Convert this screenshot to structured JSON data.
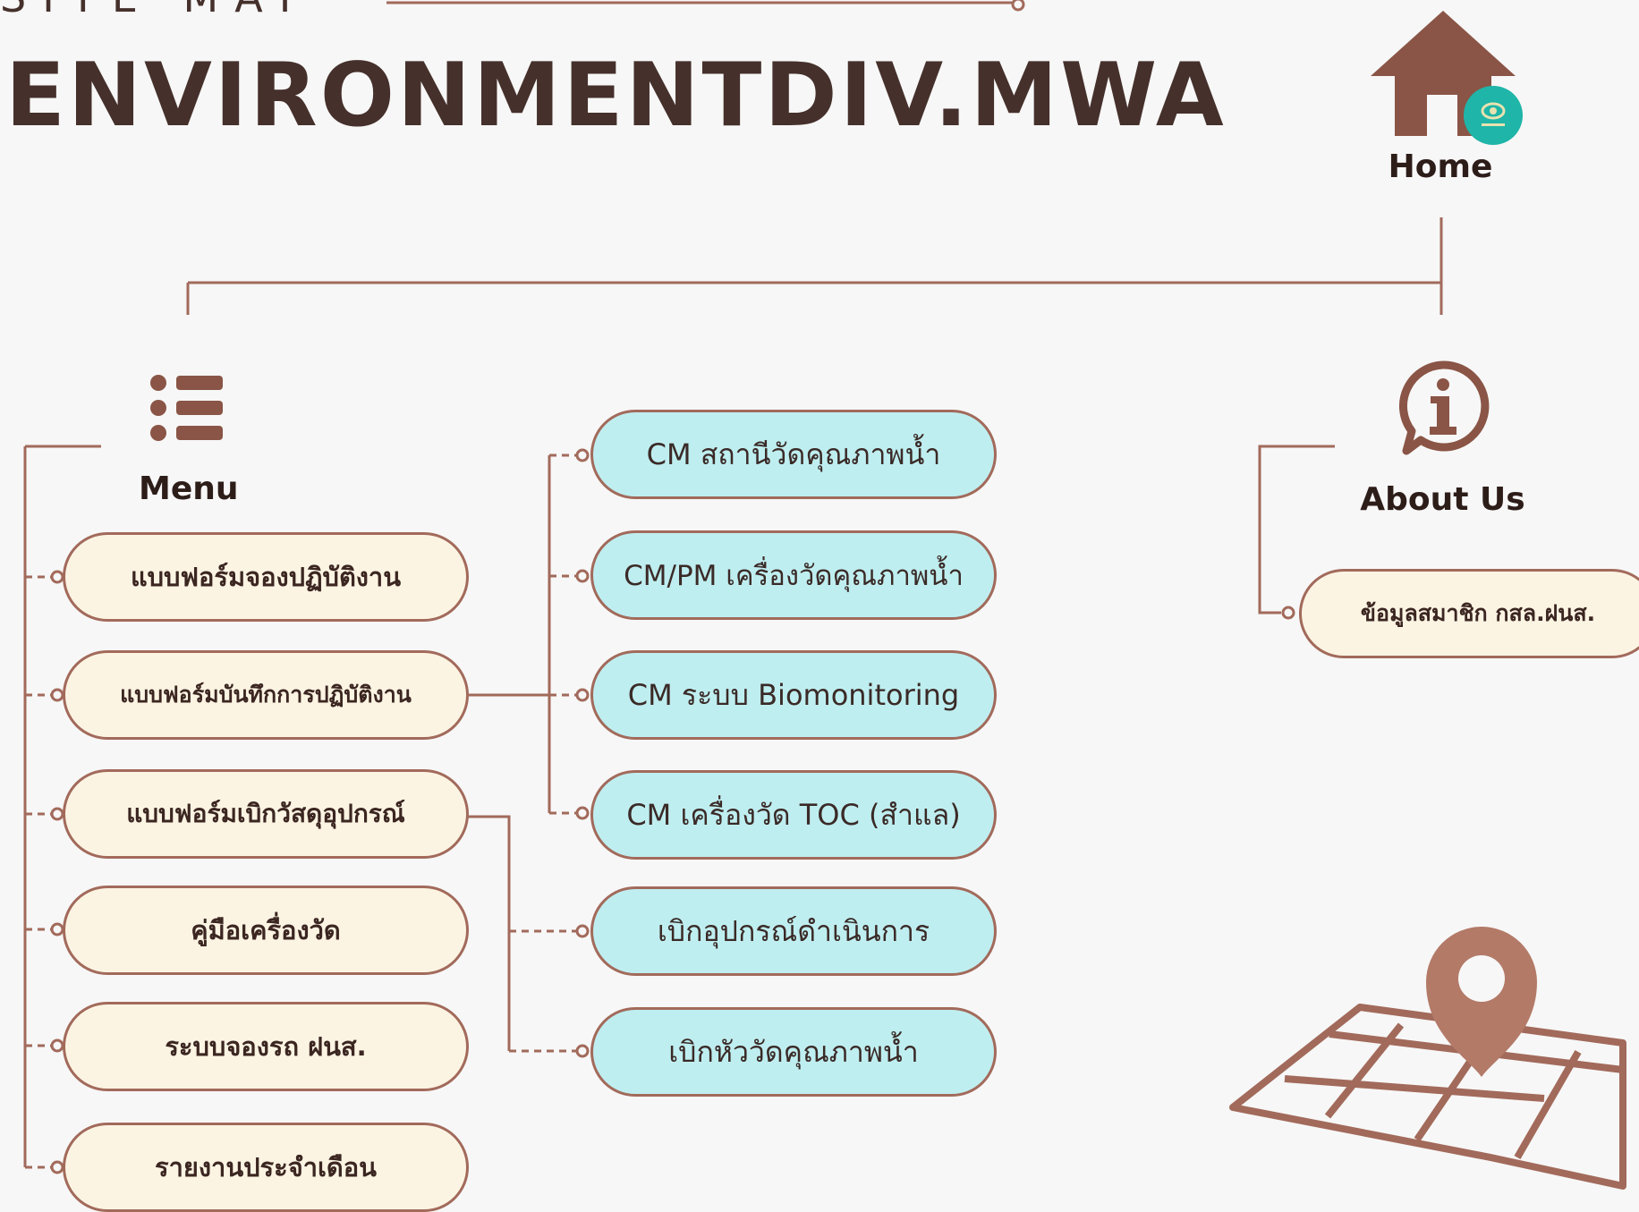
{
  "header": {
    "subtitle": "SITE MAP",
    "title": "ENVIRONMENTDIV.MWA"
  },
  "home": {
    "label": "Home",
    "icon": "house-icon",
    "badge_icon": "logo-badge-icon"
  },
  "menu": {
    "label": "Menu",
    "icon": "list-icon",
    "items": [
      {
        "label": "แบบฟอร์มจองปฏิบัติงาน"
      },
      {
        "label": "แบบฟอร์มบันทึกการปฏิบัติงาน"
      },
      {
        "label": "แบบฟอร์มเบิกวัสดุอุปกรณ์"
      },
      {
        "label": "คู่มือเครื่องวัด"
      },
      {
        "label": "ระบบจองรถ ฝนส."
      },
      {
        "label": "รายงานประจำเดือน"
      }
    ]
  },
  "record_submenu": [
    {
      "label": "CM สถานีวัดคุณภาพน้ำ"
    },
    {
      "label": "CM/PM เครื่องวัดคุณภาพน้ำ"
    },
    {
      "label": "CM ระบบ Biomonitoring"
    },
    {
      "label": "CM เครื่องวัด TOC (สำแล)"
    }
  ],
  "withdraw_submenu": [
    {
      "label": "เบิกอุปกรณ์ดำเนินการ"
    },
    {
      "label": "เบิกหัววัดคุณภาพน้ำ"
    }
  ],
  "about": {
    "label": "About Us",
    "icon": "info-icon",
    "items": [
      {
        "label": "ข้อมูลสมาชิก กสล.ฝนส."
      }
    ]
  },
  "decor": {
    "map_icon": "map-pin-icon"
  },
  "colors": {
    "line": "#a26a5b",
    "icon_brown": "#8a5546",
    "cream_fill": "#fcf4e3",
    "cyan_fill": "#bfeef0",
    "badge": "#1fb5a8",
    "background": "#f7f7f7"
  }
}
